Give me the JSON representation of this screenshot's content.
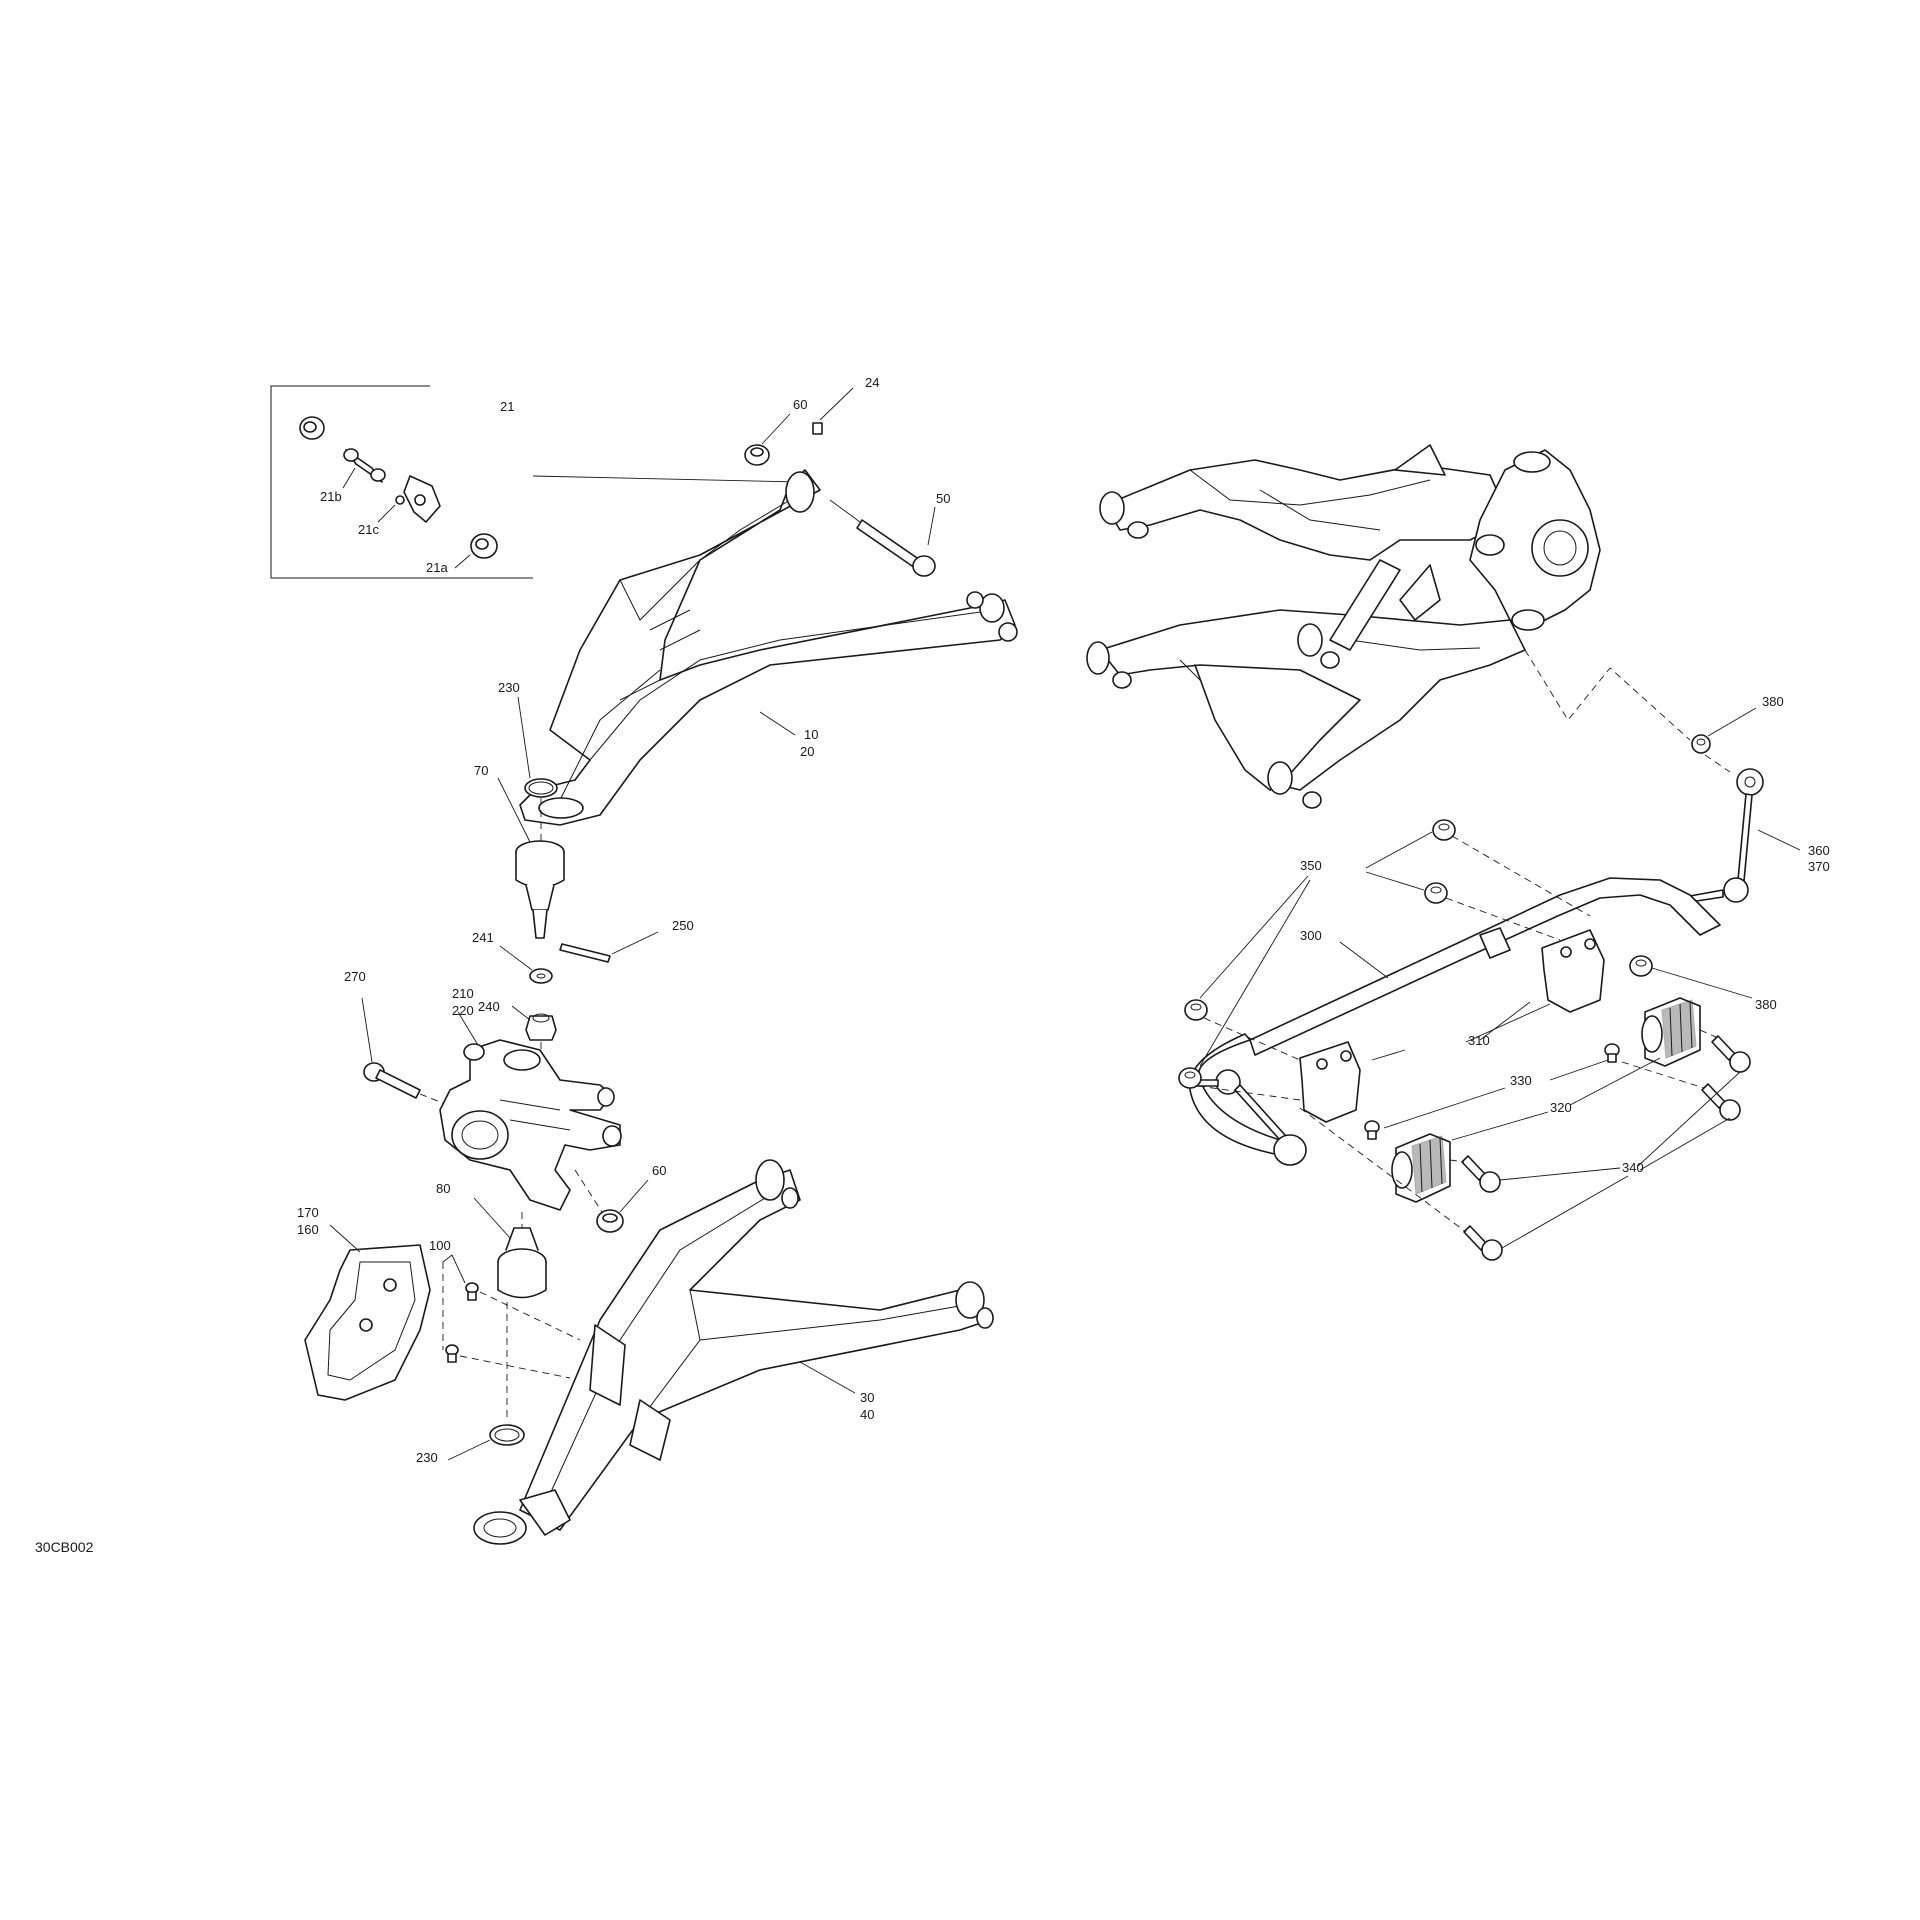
{
  "drawing_code": "30CB002",
  "inset": {
    "title": "21",
    "items": [
      "21b",
      "21c",
      "21a"
    ]
  },
  "callouts": {
    "c24": "24",
    "c60a": "60",
    "c50": "50",
    "c230a": "230",
    "c10": "10",
    "c20": "20",
    "c70": "70",
    "c241": "241",
    "c250": "250",
    "c240": "240",
    "c270": "270",
    "c210": "210",
    "c220": "220",
    "c60b": "60",
    "c80": "80",
    "c170": "170",
    "c160": "160",
    "c100": "100",
    "c30": "30",
    "c40": "40",
    "c230b": "230",
    "c380a": "380",
    "c360": "360",
    "c370": "370",
    "c350": "350",
    "c300": "300",
    "c380b": "380",
    "c310": "310",
    "c330": "330",
    "c320": "320",
    "c340": "340"
  }
}
